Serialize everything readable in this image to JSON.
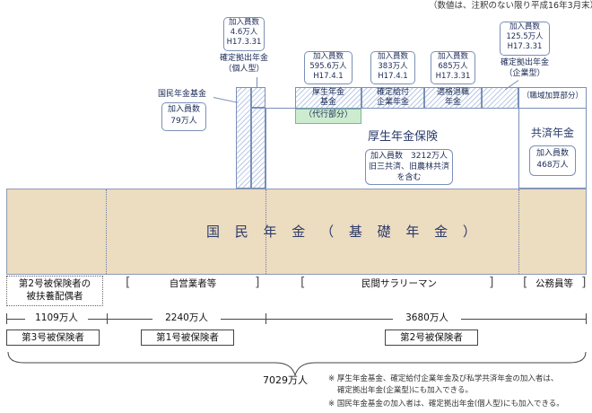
{
  "note_top": "（数値は、注釈のない限り平成16年3月末）",
  "kokumin": {
    "title": "国 民 年 金 （ 基 礎 年 金 ）"
  },
  "kosei": {
    "title": "厚生年金保険",
    "members": "加入員数　3212万人",
    "note1": "旧三共済、旧農林共済",
    "note2": "を含む"
  },
  "kyosai": {
    "title": "共済年金",
    "members_label": "加入員数",
    "members_value": "468万人",
    "shokuiki": "（職域加算部分）"
  },
  "kokumin_kikin": {
    "title": "国民年金基金",
    "members_label": "加入員数",
    "members_value": "79万人"
  },
  "kakutei_kojin": {
    "members_label": "加入員数",
    "members_value": "4.6万人",
    "date": "H17.3.31",
    "title1": "確定拠出年金",
    "title2": "（個人型）"
  },
  "kosei_kikin": {
    "members_label": "加入員数",
    "members_value": "595.6万人",
    "date": "H17.4.1",
    "title1": "厚生年金",
    "title2": "基金",
    "daiko": "（代行部分）"
  },
  "kakutei_kyufu": {
    "members_label": "加入員数",
    "members_value": "383万人",
    "date": "H17.4.1",
    "title1": "確定給付",
    "title2": "企業年金"
  },
  "tekikaku": {
    "members_label": "加入員数",
    "members_value": "685万人",
    "date": "H17.3.31",
    "title1": "適格退職",
    "title2": "年金"
  },
  "kakutei_kigyo": {
    "members_label": "加入員数",
    "members_value": "125.5万人",
    "date": "H17.3.31",
    "title1": "確定拠出年金",
    "title2": "（企業型）"
  },
  "groups": {
    "g1": "第2号被保険者の",
    "g1b": "被扶養配偶者",
    "g2": "自営業者等",
    "g3": "民間サラリーマン",
    "g4": "公務員等"
  },
  "counts": {
    "c1": "1109万人",
    "c2": "2240万人",
    "c3": "3680万人",
    "total": "7029万人"
  },
  "categories": {
    "k3": "第3号被保険者",
    "k1": "第1号被保険者",
    "k2": "第2号被保険者"
  },
  "footnotes": {
    "n1a": "※ 厚生年金基金、確定給付企業年金及び私学共済年金の加入者は、",
    "n1b": "確定拠出年金(企業型)にも加入できる。",
    "n2": "※ 国民年金基金の加入者は、確定拠出年金(個人型)にも加入できる。"
  }
}
